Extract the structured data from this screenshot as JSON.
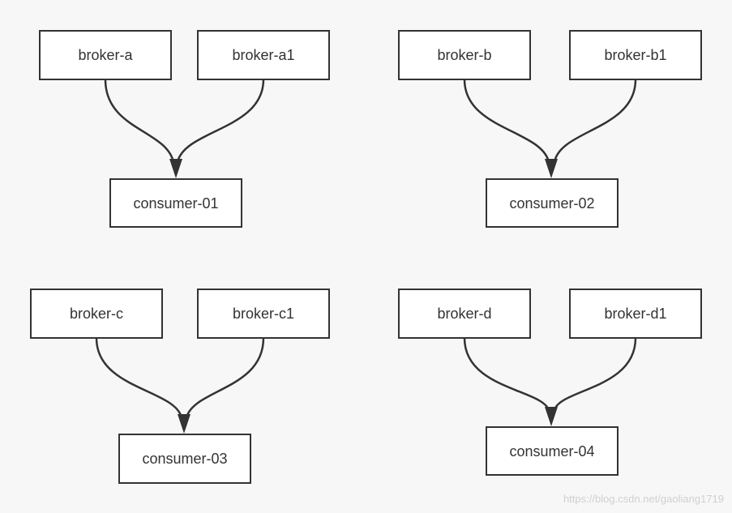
{
  "diagram": {
    "nodes": {
      "broker-a": "broker-a",
      "broker-a1": "broker-a1",
      "consumer-01": "consumer-01",
      "broker-b": "broker-b",
      "broker-b1": "broker-b1",
      "consumer-02": "consumer-02",
      "broker-c": "broker-c",
      "broker-c1": "broker-c1",
      "consumer-03": "consumer-03",
      "broker-d": "broker-d",
      "broker-d1": "broker-d1",
      "consumer-04": "consumer-04"
    },
    "edges": [
      [
        "broker-a",
        "consumer-01"
      ],
      [
        "broker-a1",
        "consumer-01"
      ],
      [
        "broker-b",
        "consumer-02"
      ],
      [
        "broker-b1",
        "consumer-02"
      ],
      [
        "broker-c",
        "consumer-03"
      ],
      [
        "broker-c1",
        "consumer-03"
      ],
      [
        "broker-d",
        "consumer-04"
      ],
      [
        "broker-d1",
        "consumer-04"
      ]
    ],
    "colors": {
      "stroke": "#333333",
      "node_fill": "#ffffff",
      "background": "#f7f7f7"
    }
  },
  "watermark": "https://blog.csdn.net/gaoliang1719"
}
